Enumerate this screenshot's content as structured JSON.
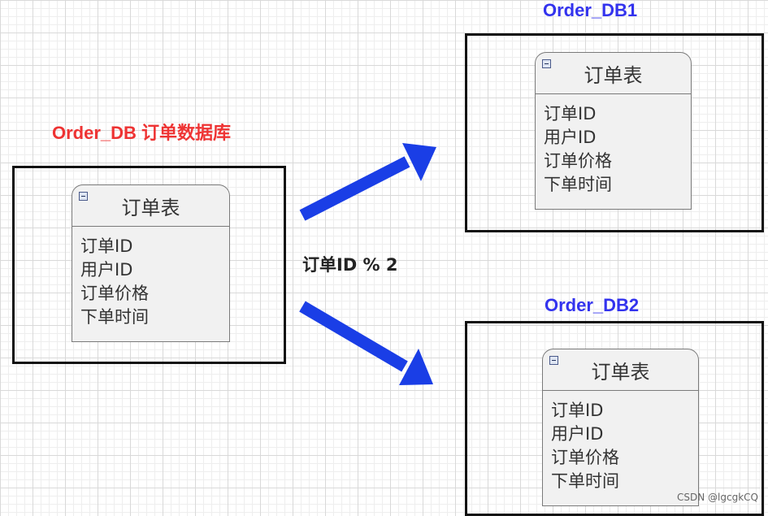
{
  "source": {
    "label": "Order_DB 订单数据库",
    "label_color": "#ee3333",
    "table": {
      "title": "订单表",
      "fields": [
        "订单ID",
        "用户ID",
        "订单价格",
        "下单时间"
      ]
    }
  },
  "targets": [
    {
      "label": "Order_DB1",
      "label_color": "#3333ee",
      "table": {
        "title": "订单表",
        "fields": [
          "订单ID",
          "用户ID",
          "订单价格",
          "下单时间"
        ]
      }
    },
    {
      "label": "Order_DB2",
      "label_color": "#3333ee",
      "table": {
        "title": "订单表",
        "fields": [
          "订单ID",
          "用户ID",
          "订单价格",
          "下单时间"
        ]
      }
    }
  ],
  "rule_label": "订单ID % 2",
  "arrow_color": "#1a3ee6",
  "watermark": "CSDN @lgcgkCQ"
}
